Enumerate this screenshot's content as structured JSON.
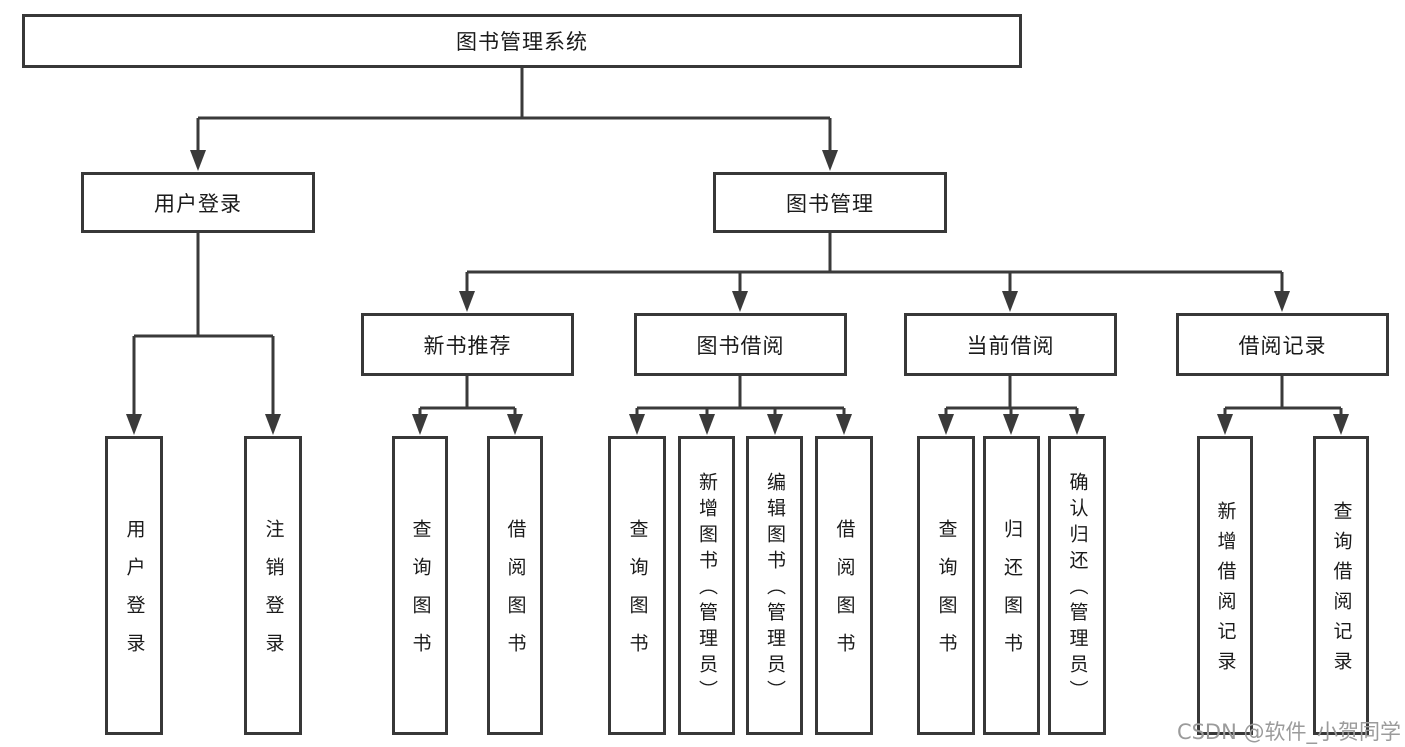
{
  "diagram": {
    "root": {
      "label": "图书管理系统"
    },
    "branches": [
      {
        "label": "用户登录",
        "children": [
          {
            "label": "用户登录"
          },
          {
            "label": "注销登录"
          }
        ]
      },
      {
        "label": "图书管理",
        "children": [
          {
            "label": "新书推荐",
            "children": [
              {
                "label": "查询图书"
              },
              {
                "label": "借阅图书"
              }
            ]
          },
          {
            "label": "图书借阅",
            "children": [
              {
                "label": "查询图书"
              },
              {
                "label": "新增图书（管理员）"
              },
              {
                "label": "编辑图书（管理员）"
              },
              {
                "label": "借阅图书"
              }
            ]
          },
          {
            "label": "当前借阅",
            "children": [
              {
                "label": "查询图书"
              },
              {
                "label": "归还图书"
              },
              {
                "label": "确认归还（管理员）"
              }
            ]
          },
          {
            "label": "借阅记录",
            "children": [
              {
                "label": "新增借阅记录"
              },
              {
                "label": "查询借阅记录"
              }
            ]
          }
        ]
      }
    ]
  },
  "watermark": {
    "text": "CSDN @软件_小贺同学"
  },
  "colors": {
    "line": "#3a3a3a",
    "border": "#383838",
    "text": "#1a1a1a",
    "watermark": "#9b9b9b",
    "background": "#ffffff"
  }
}
